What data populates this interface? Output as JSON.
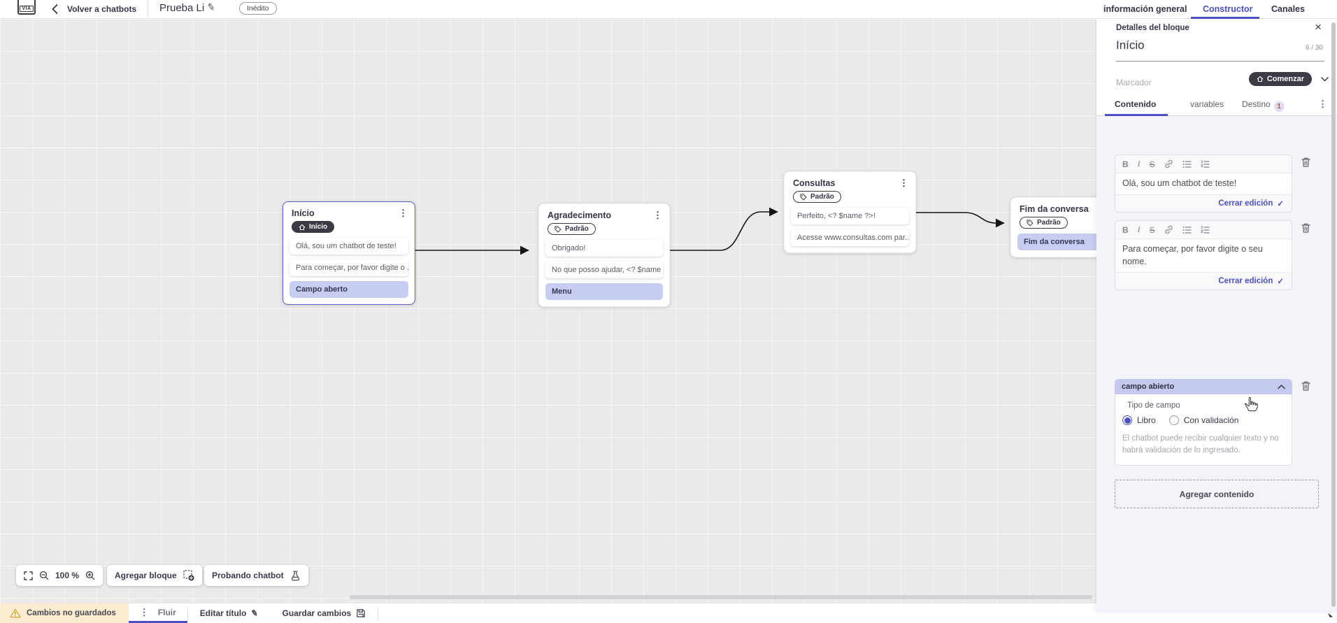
{
  "icons": {
    "kebab": "⋮",
    "close": "×",
    "check": "✓",
    "pencil": "✎",
    "bold": "B",
    "italic": "I",
    "strike": "S"
  },
  "header": {
    "logo_text": "VIA",
    "back_label": "Volver a chatbots",
    "title": "Prueba Li",
    "status_badge": "Inédito"
  },
  "top_tabs": {
    "general": "información general",
    "constructor": "Constructor",
    "channels": "Canales"
  },
  "panel": {
    "title": "Detalles del bloque",
    "block_name": "Início",
    "counter": "6 / 30",
    "marker_label": "Marcador",
    "marker_value": "Comenzar",
    "tabs": {
      "content": "Contenido",
      "variables": "variables",
      "destination": "Destino",
      "destination_count": "1"
    },
    "editors": [
      {
        "text": "Olá, sou um chatbot de teste!",
        "close_label": "Cerrar edición"
      },
      {
        "text": "Para começar, por favor digite o seu nome.",
        "close_label": "Cerrar edición"
      }
    ],
    "open_field": {
      "header": "campo abierto",
      "type_label": "Tipo de campo",
      "option_free": "Libro",
      "option_validated": "Con validación",
      "help_text": "El chatbot puede recibir cualquier texto y no habrá validación de lo ingresado."
    },
    "add_content_label": "Agregar contenido"
  },
  "canvas": {
    "zoom_level": "100 %",
    "add_block_label": "Agregar bloque",
    "test_label": "Probando chatbot",
    "nodes": [
      {
        "title": "Início",
        "badge": "Início",
        "items": [
          "Olá, sou um chatbot de teste!",
          "Para começar, por favor digite o ...",
          "Campo aberto"
        ]
      },
      {
        "title": "Agradecimento",
        "badge": "Padrão",
        "items": [
          "Obrigado!",
          "No que posso ajudar, <? $name ...",
          "Menu"
        ]
      },
      {
        "title": "Consultas",
        "badge": "Padrão",
        "items": [
          "Perfeito, <? $name ?>!",
          "Acesse www.consultas.com par..."
        ]
      },
      {
        "title": "Fim da conversa",
        "badge": "Padrão",
        "items": [
          "Fim da conversa"
        ]
      }
    ]
  },
  "bottom_bar": {
    "warning": "Cambios no guardados",
    "flow_tab": "Fluir",
    "edit_title": "Editar título",
    "save": "Guardar cambios"
  },
  "colors": {
    "accent": "#4a4fc4",
    "highlight": "#c7cdf2",
    "dark_badge": "#3b3b45",
    "warning_bg": "#fbebd0",
    "canvas_bg": "#ebeaea",
    "panel_body": "#f4f3fa"
  }
}
